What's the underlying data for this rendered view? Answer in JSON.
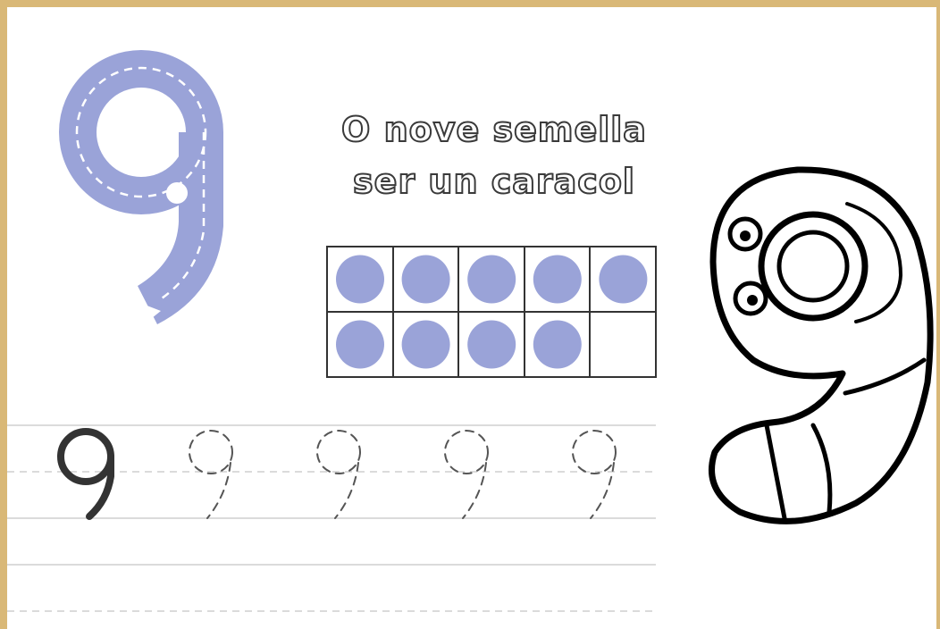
{
  "worksheet": {
    "title_line1": "O nove semella",
    "title_line2": "ser un caracol",
    "digit": "9",
    "ten_frame": {
      "filled": 9,
      "total": 10
    },
    "trace_count": 4
  },
  "colors": {
    "accent": "#9aa3d8",
    "ink": "#333333",
    "border": "#d9b877"
  }
}
